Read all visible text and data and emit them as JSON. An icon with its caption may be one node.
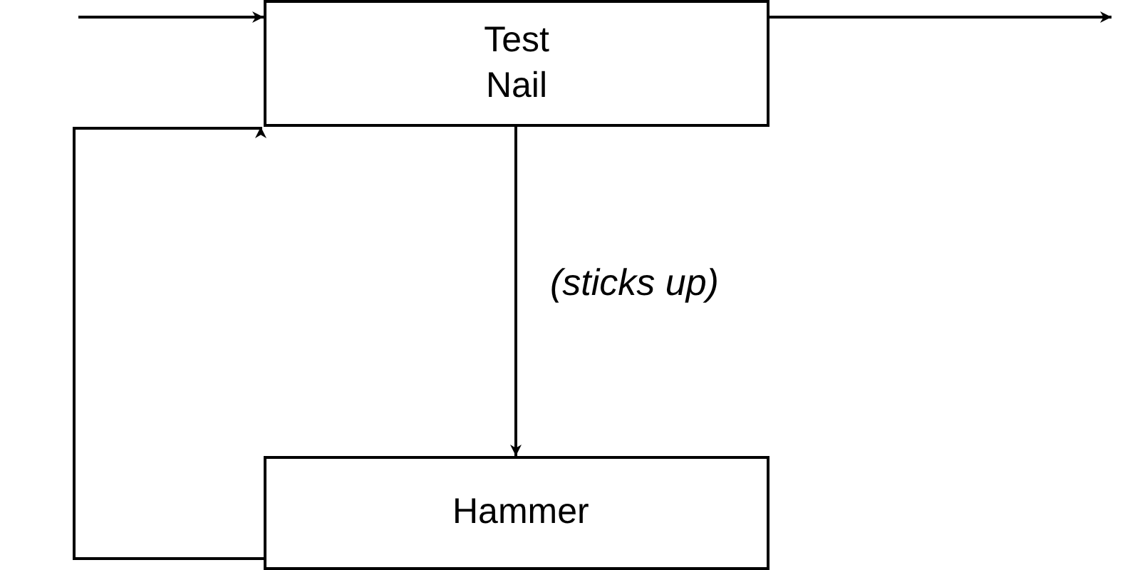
{
  "diagram": {
    "nodes": [
      {
        "text": [
          "Test Nail"
        ]
      },
      {
        "text": [
          "Hammer"
        ]
      }
    ],
    "edges": [
      {
        "from": null,
        "to": 0,
        "arrow": "to"
      },
      {
        "from": 0,
        "to": null,
        "arrow": "to"
      },
      {
        "from": 0,
        "to": 1,
        "label": "(sticks up)",
        "arrow": "to"
      },
      {
        "from": 1,
        "to": 0,
        "arrow": "to"
      }
    ]
  }
}
